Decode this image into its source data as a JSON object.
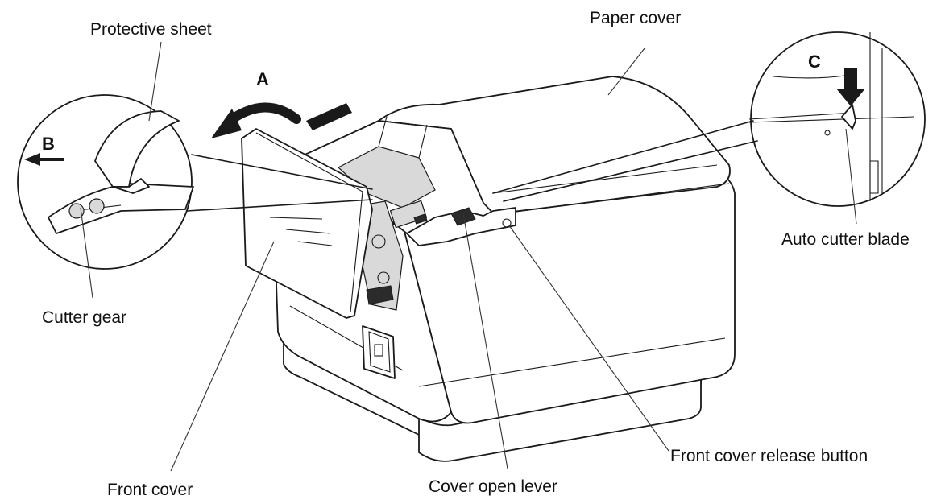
{
  "labels": {
    "protective_sheet": "Protective sheet",
    "paper_cover": "Paper cover",
    "auto_cutter_blade": "Auto cutter blade",
    "cutter_gear": "Cutter gear",
    "front_cover": "Front cover",
    "cover_open_lever": "Cover open lever",
    "front_cover_release_button": "Front cover release button"
  },
  "markers": {
    "a": "A",
    "b": "B",
    "c": "C"
  }
}
